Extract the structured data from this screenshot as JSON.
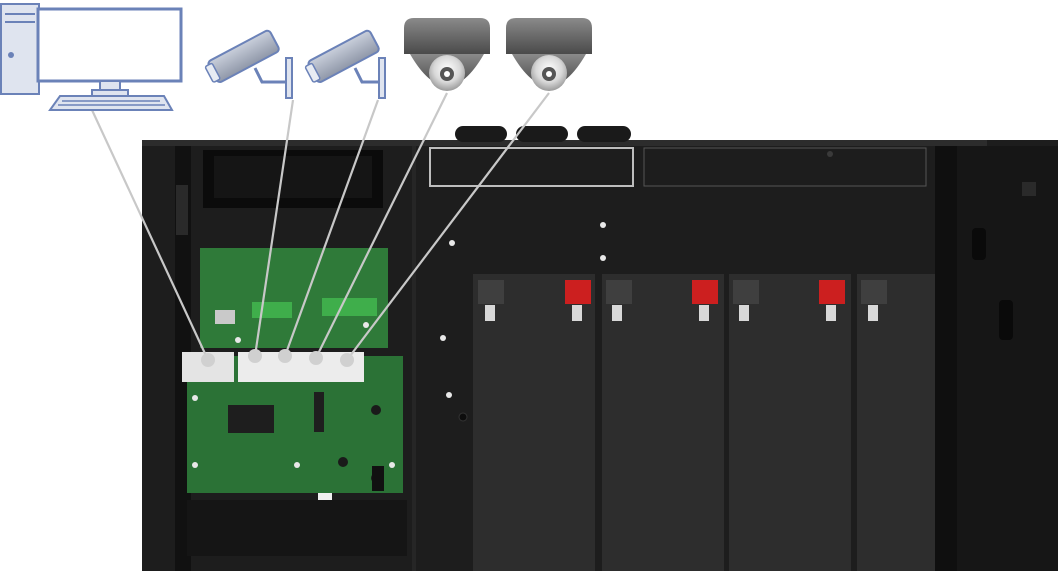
{
  "diagram": {
    "description_text": "",
    "devices": [
      {
        "id": "pc",
        "icon": "desktop-computer-icon"
      },
      {
        "id": "cam1",
        "icon": "bullet-camera-icon"
      },
      {
        "id": "cam2",
        "icon": "bullet-camera-icon"
      },
      {
        "id": "cam3",
        "icon": "dome-camera-icon"
      },
      {
        "id": "cam4",
        "icon": "dome-camera-icon"
      }
    ],
    "connections": [
      {
        "from": "pc",
        "to": "port-1"
      },
      {
        "from": "cam1",
        "to": "port-2"
      },
      {
        "from": "cam2",
        "to": "port-3"
      },
      {
        "from": "cam3",
        "to": "port-4"
      },
      {
        "from": "cam4",
        "to": "port-5"
      }
    ],
    "battery_count": 4,
    "colors": {
      "enclosure": "#1e1e1e",
      "pcb": "#2e7d3a",
      "terminal_red": "#cc1f1f",
      "connector_line": "#c8c8c8",
      "icon_blue": "#6b82b8",
      "camera_gray": "#7a7a7a"
    }
  }
}
